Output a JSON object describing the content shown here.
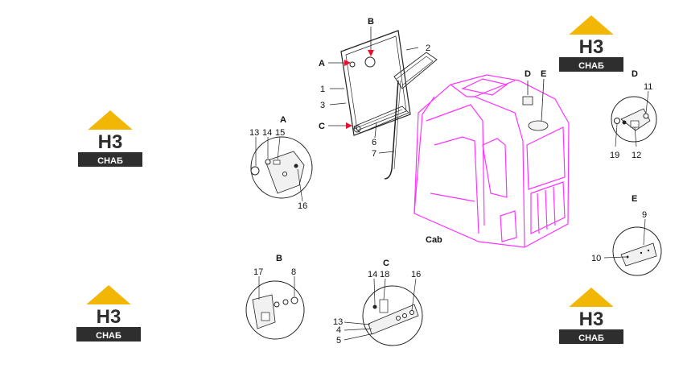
{
  "diagram": {
    "main_label": "Cab",
    "detail_letters": {
      "A": "A",
      "B": "B",
      "C": "C",
      "D": "D",
      "E": "E"
    },
    "part_numbers": {
      "p1": "1",
      "p2": "2",
      "p3": "3",
      "p4": "4",
      "p5": "5",
      "p6": "6",
      "p7": "7",
      "p8": "8",
      "p9": "9",
      "p10": "10",
      "p11": "11",
      "p12": "12",
      "p13": "13",
      "p14": "14",
      "p15": "15",
      "p16": "16",
      "p17": "17",
      "p18": "18",
      "p19": "19"
    }
  },
  "watermark": {
    "letters": "H3",
    "word": "СНАБ",
    "colors": {
      "gold": "#f2b705",
      "dark": "#2e2e2e"
    }
  },
  "colors": {
    "cab": "#ff33ff",
    "line": "#222222",
    "arrow": "#e8102a"
  }
}
